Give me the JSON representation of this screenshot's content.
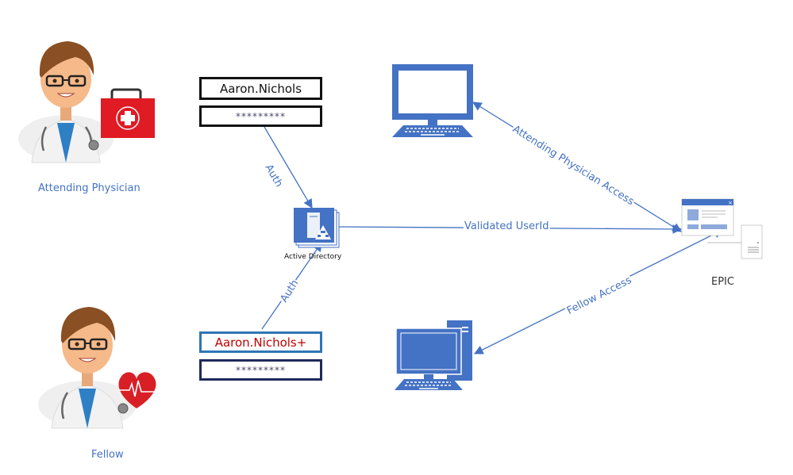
{
  "actors": {
    "attending": {
      "label": "Attending Physician",
      "badge": "first-aid-kit"
    },
    "fellow": {
      "label": "Fellow",
      "badge": "heart-pulse"
    }
  },
  "credentials": {
    "attending": {
      "username": "Aaron.Nichols",
      "password": "*********"
    },
    "fellow": {
      "username": "Aaron.Nichols+",
      "password": "*********"
    }
  },
  "nodes": {
    "active_directory": {
      "label": "Active Directory"
    },
    "epic": {
      "label": "EPIC"
    },
    "laptop": {
      "label": ""
    },
    "desktop": {
      "label": ""
    }
  },
  "connectors": {
    "auth_top": "Auth",
    "auth_bottom": "Auth",
    "validated": "Validated UserId",
    "attending_access": "Attending Physician Access",
    "fellow_access": "Fellow Access"
  },
  "colors": {
    "accent": "#4472c4",
    "red": "#e01b24",
    "fellow_user_text": "#c00000",
    "fellow_user_border": "#2e75b6",
    "fellow_pass_border": "#1f2a5a"
  }
}
